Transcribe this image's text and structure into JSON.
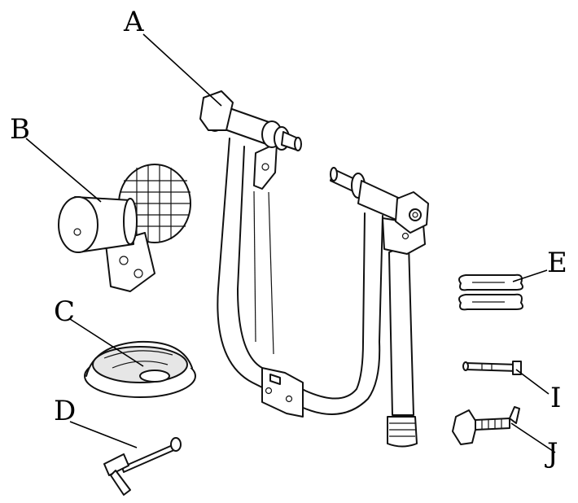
{
  "labels": {
    "a": "A",
    "b": "B",
    "c": "C",
    "d": "D",
    "e": "E",
    "i": "I",
    "j": "J"
  }
}
